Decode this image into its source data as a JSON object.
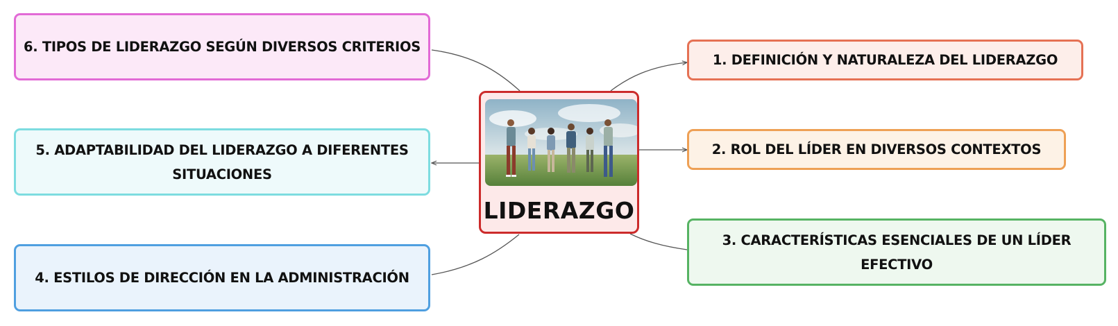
{
  "central": {
    "title": "LIDERAZGO"
  },
  "topics": [
    {
      "id": "n1",
      "text": "1. DEFINICIÓN Y NATURALEZA DEL LIDERAZGO",
      "color": "#e57154",
      "fill": "#fdeeea"
    },
    {
      "id": "n2",
      "text": "2. ROL DEL LÍDER EN DIVERSOS CONTEXTOS",
      "color": "#eea055",
      "fill": "#fdf2e6"
    },
    {
      "id": "n3",
      "text": "3. CARACTERÍSTICAS ESENCIALES DE UN LÍDER EFECTIVO",
      "color": "#56b363",
      "fill": "#eef8ef"
    },
    {
      "id": "n4",
      "text": "4. ESTILOS DE DIRECCIÓN EN LA ADMINISTRACIÓN",
      "color": "#4f9fe0",
      "fill": "#eaf3fc"
    },
    {
      "id": "n5",
      "text": "5. ADAPTABILIDAD DEL LIDERAZGO A DIFERENTES SITUACIONES",
      "color": "#7ddce0",
      "fill": "#eefafb"
    },
    {
      "id": "n6",
      "text": "6. TIPOS DE LIDERAZGO SEGÚN DIVERSOS CRITERIOS",
      "color": "#e26ad6",
      "fill": "#fce9f8"
    }
  ],
  "connector_color": "#555555"
}
